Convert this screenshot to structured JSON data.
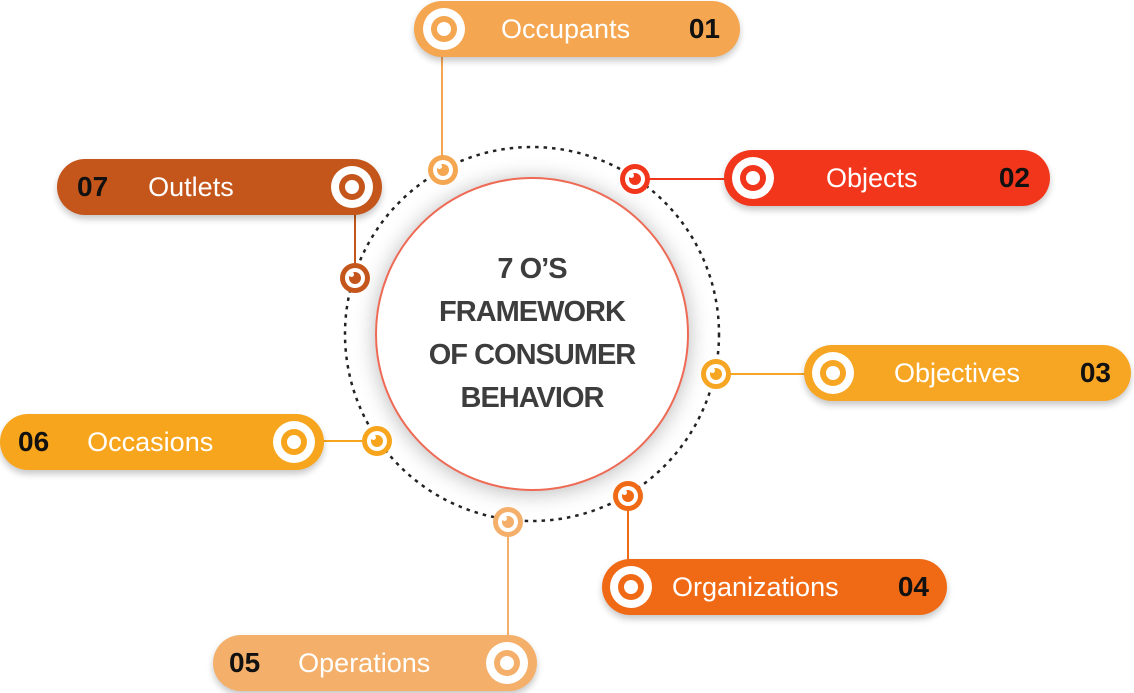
{
  "title_lines": [
    "7 O’S",
    "FRAMEWORK",
    "OF CONSUMER",
    "BEHAVIOR"
  ],
  "items": [
    {
      "num": "01",
      "label": "Occupants",
      "color": "#f5a650"
    },
    {
      "num": "02",
      "label": "Objects",
      "color": "#f2361b"
    },
    {
      "num": "03",
      "label": "Objectives",
      "color": "#f7a623"
    },
    {
      "num": "04",
      "label": "Organizations",
      "color": "#f06a16"
    },
    {
      "num": "05",
      "label": "Operations",
      "color": "#f4b06a"
    },
    {
      "num": "06",
      "label": "Occasions",
      "color": "#f7a51c"
    },
    {
      "num": "07",
      "label": "Outlets",
      "color": "#c4561b"
    }
  ],
  "colors": {
    "circle_border": "#ee6a55",
    "title_text": "#3d3d3d",
    "dotted_ring": "#222222"
  }
}
